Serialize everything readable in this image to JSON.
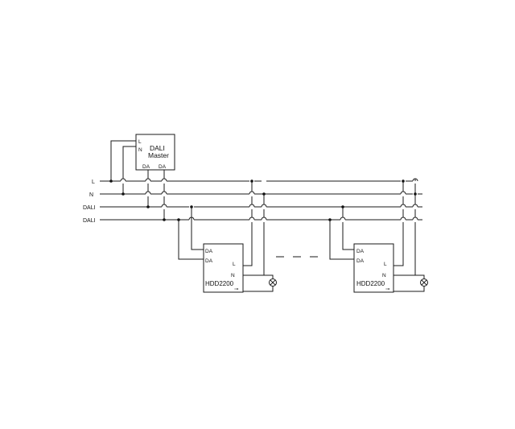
{
  "bus": {
    "labels": [
      "L",
      "N",
      "DALI",
      "DALI"
    ]
  },
  "master": {
    "line1": "DALI",
    "line2": "Master",
    "term_l": "L",
    "term_n": "N",
    "term_da1": "DA",
    "term_da2": "DA"
  },
  "dimmers": [
    {
      "name": "HDD2200",
      "term_da1": "DA",
      "term_da2": "DA",
      "term_l": "L",
      "term_n": "N",
      "term_out": "⊸"
    },
    {
      "name": "HDD2200",
      "term_da1": "DA",
      "term_da2": "DA",
      "term_l": "L",
      "term_n": "N",
      "term_out": "⊸"
    }
  ],
  "icons": {
    "lamp": "lamp-icon"
  }
}
